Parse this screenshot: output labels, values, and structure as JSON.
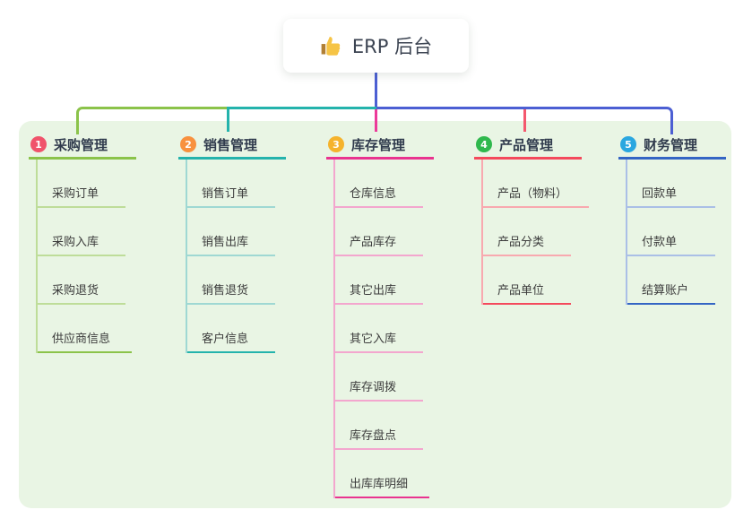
{
  "root": {
    "label": "ERP 后台",
    "icon": "thumbs-up-icon",
    "box_bg": "#ffffff",
    "text_color": "#3b4351"
  },
  "canvas": {
    "panel_bg": "#e9f5e4",
    "root_connector_color": "#4c5fd3"
  },
  "branches": [
    {
      "number": "1",
      "label": "采购管理",
      "colors": {
        "circle": "#f0536b",
        "line": "#8bc34a",
        "light": "#bedd99",
        "connector": "#8bc34a"
      },
      "children": [
        "采购订单",
        "采购入库",
        "采购退货",
        "供应商信息"
      ]
    },
    {
      "number": "2",
      "label": "销售管理",
      "colors": {
        "circle": "#f8913e",
        "line": "#24b3ac",
        "light": "#9fd8d3",
        "connector": "#24b3ac"
      },
      "children": [
        "销售订单",
        "销售出库",
        "销售退货",
        "客户信息"
      ]
    },
    {
      "number": "3",
      "label": "库存管理",
      "colors": {
        "circle": "#f5b32c",
        "line": "#e9338f",
        "light": "#f3a6ce",
        "connector": "#ec3a9a"
      },
      "children": [
        "仓库信息",
        "产品库存",
        "其它出库",
        "其它入库",
        "库存调拨",
        "库存盘点",
        "出库库明细"
      ]
    },
    {
      "number": "4",
      "label": "产品管理",
      "colors": {
        "circle": "#2fb84d",
        "line": "#f4495c",
        "light": "#f8a9af",
        "connector": "#f4586e"
      },
      "children": [
        "产品（物料）",
        "产品分类",
        "产品单位"
      ]
    },
    {
      "number": "5",
      "label": "财务管理",
      "colors": {
        "circle": "#2aa7e0",
        "line": "#3465c4",
        "light": "#aabfe6",
        "connector": "#4c5fd3"
      },
      "children": [
        "回款单",
        "付款单",
        "结算账户"
      ]
    }
  ]
}
